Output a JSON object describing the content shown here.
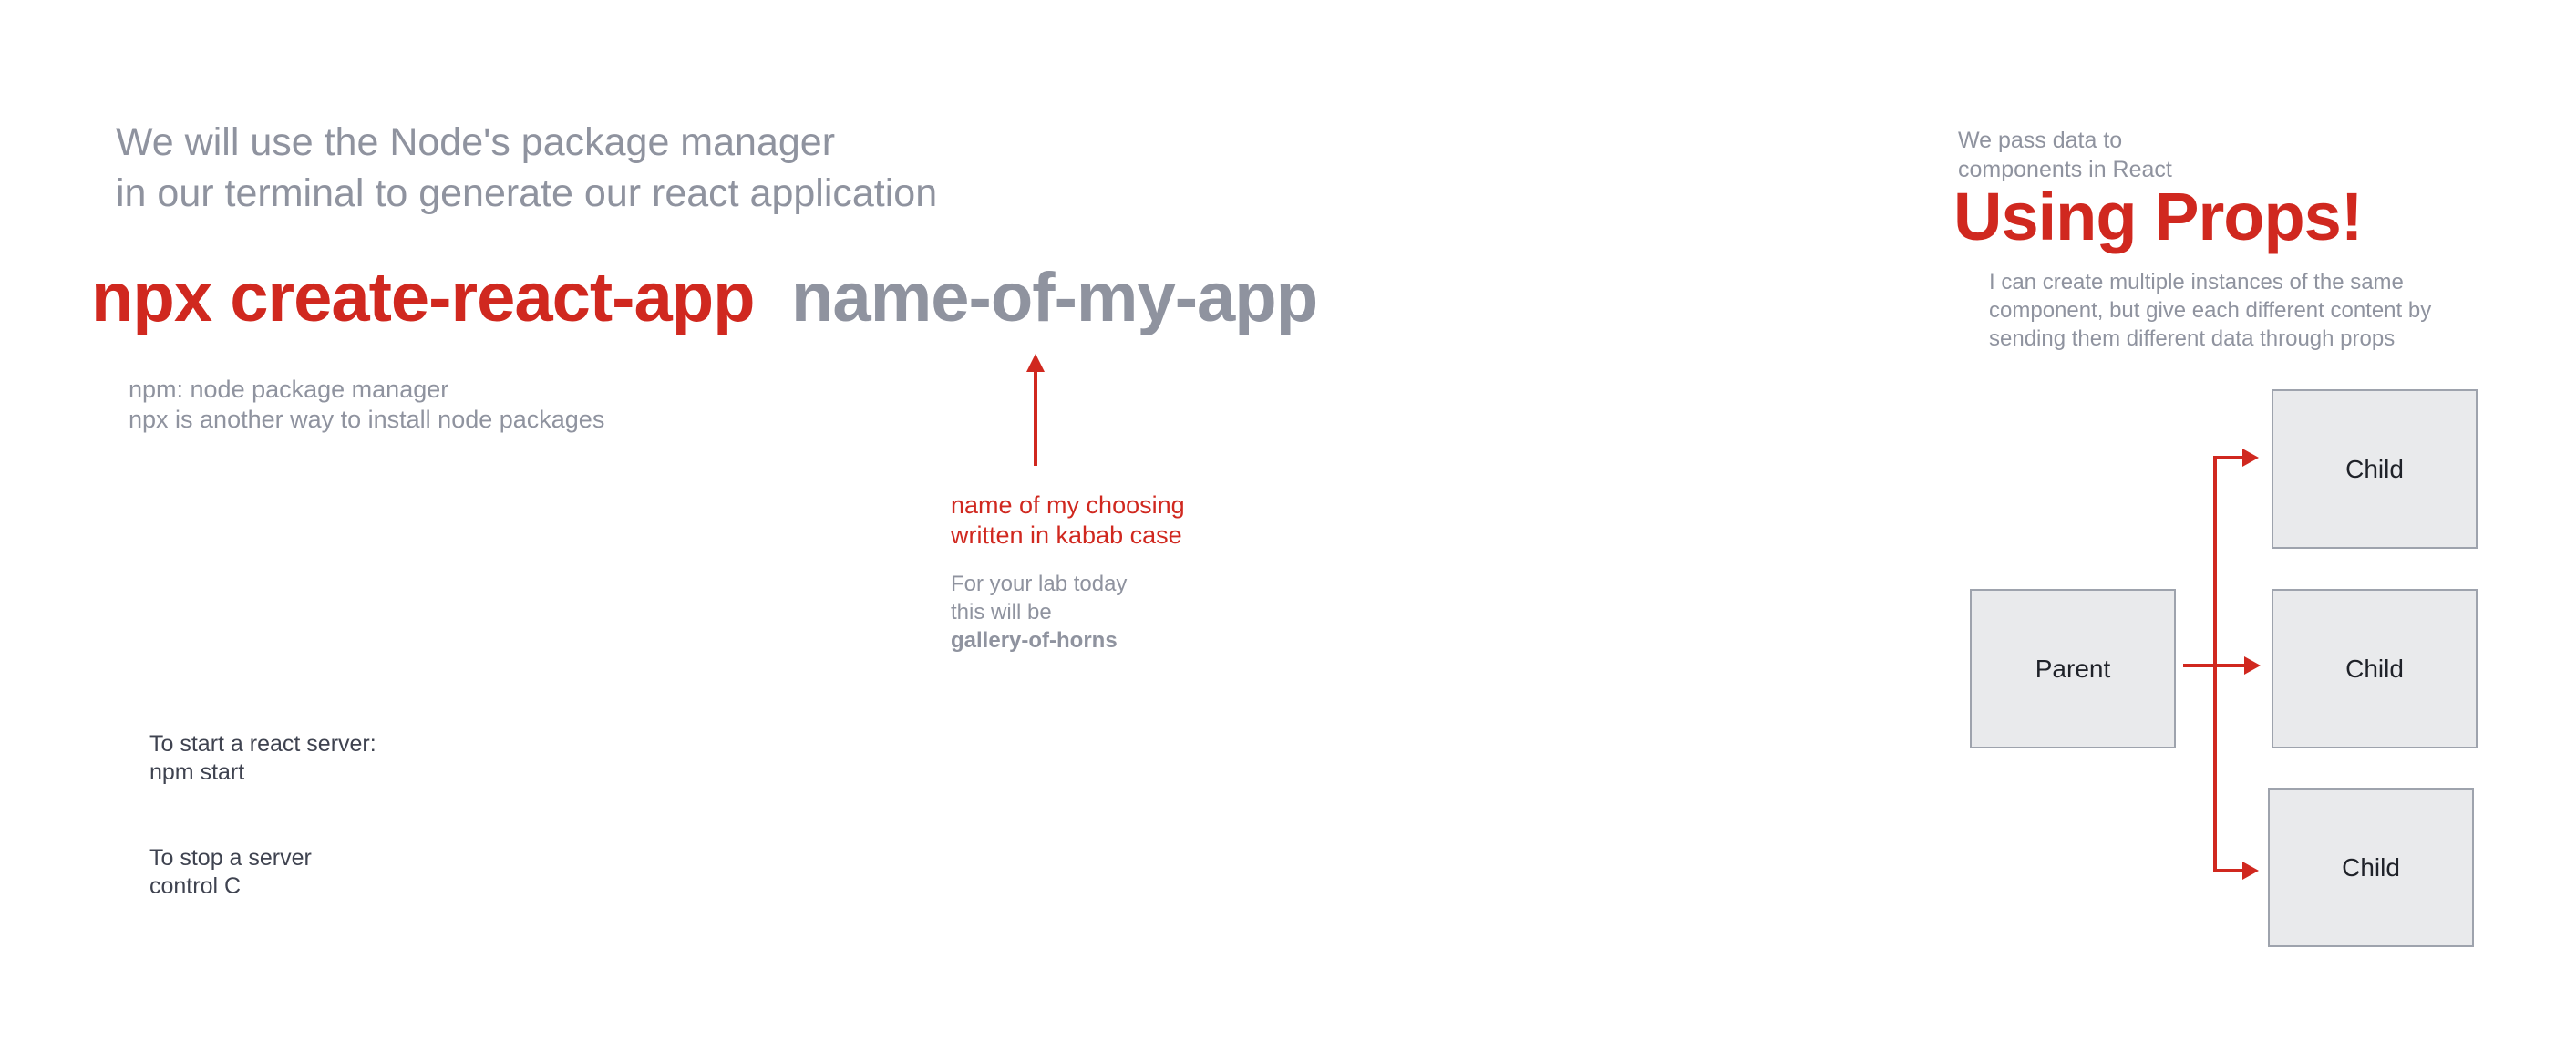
{
  "intro": {
    "line1": "We will use the Node's package manager",
    "line2": "in our terminal to generate our react application"
  },
  "command": {
    "main": "npx create-react-app",
    "app_name": "name-of-my-app"
  },
  "npm_notes": {
    "line1": "npm: node package manager",
    "line2": "npx is another way to install node packages"
  },
  "naming_note": {
    "line1": "name of my choosing",
    "line2": "written in kabab case"
  },
  "lab_note": {
    "line1": "For your lab today",
    "line2": "this will be",
    "line3": "gallery-of-horns"
  },
  "server_start": {
    "line1": "To start a react server:",
    "line2": "npm start"
  },
  "server_stop": {
    "line1": "To stop a server",
    "line2": "control C"
  },
  "props": {
    "intro_line1": "We pass data to",
    "intro_line2": "components in React",
    "title": "Using Props!",
    "desc_line1": "I can create multiple instances of the same",
    "desc_line2": "component, but give each different content by",
    "desc_line3": "sending them different data through props"
  },
  "diagram": {
    "parent_label": "Parent",
    "child_labels": [
      "Child",
      "Child",
      "Child"
    ],
    "arrow_color": "#d0281f",
    "box_fill": "#e9eaec",
    "box_border": "#9ea3ad"
  }
}
